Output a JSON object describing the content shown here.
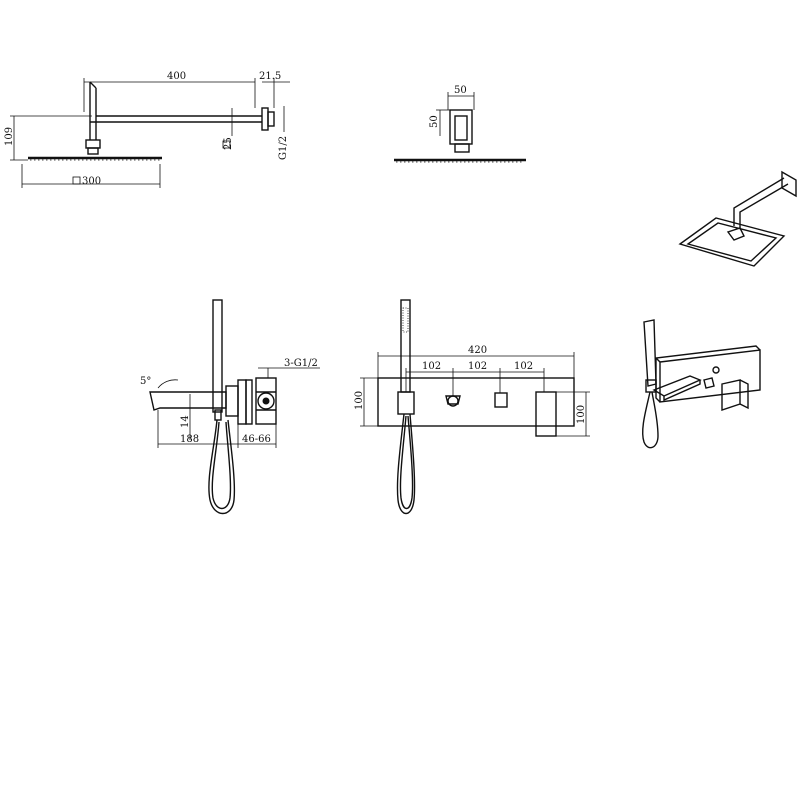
{
  "labels": {
    "d400": "400",
    "d215": "21.5",
    "d109": "109",
    "d25": "25",
    "dg12": "G1/2",
    "d300": "300",
    "d50w": "50",
    "d50h": "50",
    "d5deg": "5°",
    "d14": "14",
    "d188": "188",
    "d4666": "46-66",
    "d3g12": "3-G1/2",
    "d420": "420",
    "d102a": "102",
    "d102b": "102",
    "d102c": "102",
    "d100l": "100",
    "d100r": "100"
  }
}
